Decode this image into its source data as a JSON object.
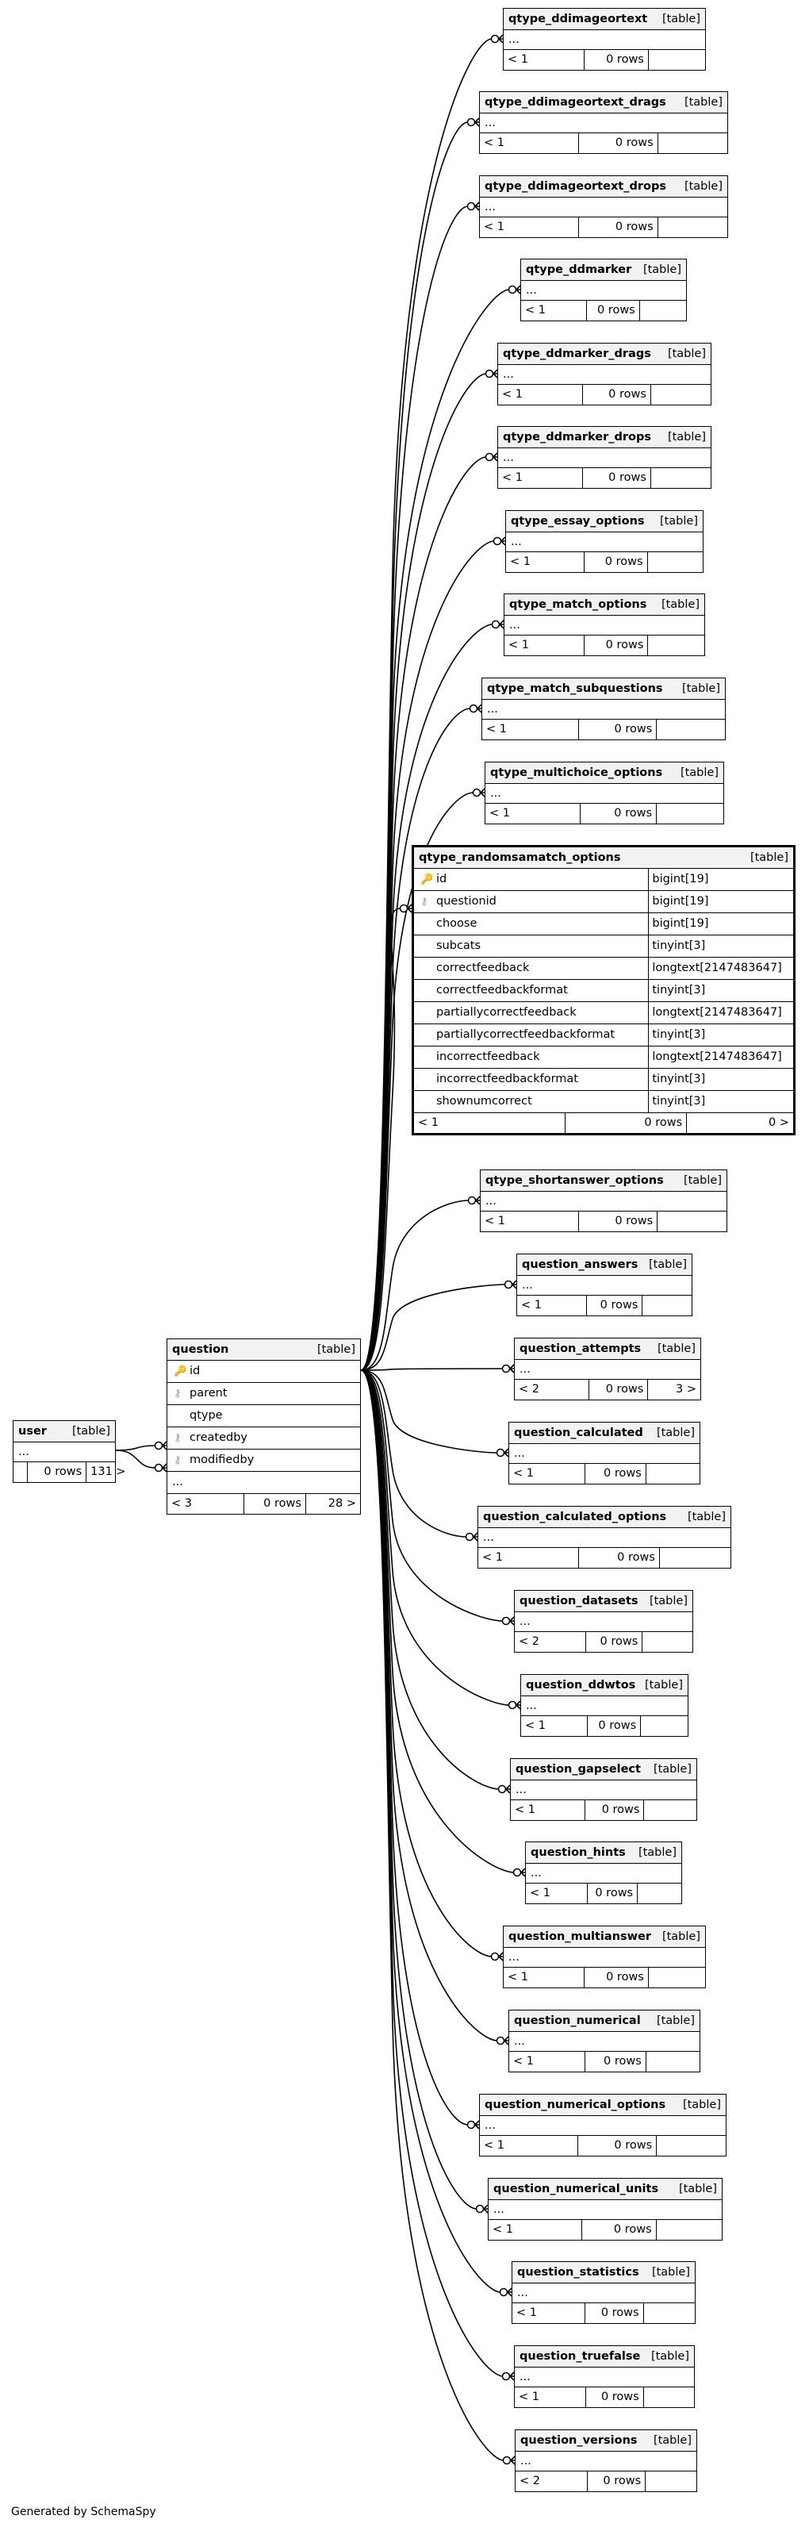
{
  "footer": "Generated by SchemaSpy",
  "type_label": "[table]",
  "ellipsis": "...",
  "user": {
    "name": "user",
    "rows": "0 rows",
    "children": "131 >",
    "parents": ""
  },
  "question": {
    "name": "question",
    "columns": [
      {
        "name": "id",
        "key": "pk"
      },
      {
        "name": "parent",
        "key": "fk"
      },
      {
        "name": "qtype",
        "key": ""
      },
      {
        "name": "createdby",
        "key": "fk"
      },
      {
        "name": "modifiedby",
        "key": "fk"
      }
    ],
    "parents": "< 3",
    "rows": "0 rows",
    "children": "28 >"
  },
  "focus": {
    "name": "qtype_randomsamatch_options",
    "columns": [
      {
        "name": "id",
        "type": "bigint[19]",
        "key": "pk"
      },
      {
        "name": "questionid",
        "type": "bigint[19]",
        "key": "fk"
      },
      {
        "name": "choose",
        "type": "bigint[19]",
        "key": ""
      },
      {
        "name": "subcats",
        "type": "tinyint[3]",
        "key": ""
      },
      {
        "name": "correctfeedback",
        "type": "longtext[2147483647]",
        "key": ""
      },
      {
        "name": "correctfeedbackformat",
        "type": "tinyint[3]",
        "key": ""
      },
      {
        "name": "partiallycorrectfeedback",
        "type": "longtext[2147483647]",
        "key": ""
      },
      {
        "name": "partiallycorrectfeedbackformat",
        "type": "tinyint[3]",
        "key": ""
      },
      {
        "name": "incorrectfeedback",
        "type": "longtext[2147483647]",
        "key": ""
      },
      {
        "name": "incorrectfeedbackformat",
        "type": "tinyint[3]",
        "key": ""
      },
      {
        "name": "shownumcorrect",
        "type": "tinyint[3]",
        "key": ""
      }
    ],
    "parents": "< 1",
    "rows": "0 rows",
    "children": "0 >"
  },
  "children": [
    {
      "name": "qtype_ddimageortext",
      "parents": "< 1",
      "rows": "0 rows",
      "children": ""
    },
    {
      "name": "qtype_ddimageortext_drags",
      "parents": "< 1",
      "rows": "0 rows",
      "children": ""
    },
    {
      "name": "qtype_ddimageortext_drops",
      "parents": "< 1",
      "rows": "0 rows",
      "children": ""
    },
    {
      "name": "qtype_ddmarker",
      "parents": "< 1",
      "rows": "0 rows",
      "children": ""
    },
    {
      "name": "qtype_ddmarker_drags",
      "parents": "< 1",
      "rows": "0 rows",
      "children": ""
    },
    {
      "name": "qtype_ddmarker_drops",
      "parents": "< 1",
      "rows": "0 rows",
      "children": ""
    },
    {
      "name": "qtype_essay_options",
      "parents": "< 1",
      "rows": "0 rows",
      "children": ""
    },
    {
      "name": "qtype_match_options",
      "parents": "< 1",
      "rows": "0 rows",
      "children": ""
    },
    {
      "name": "qtype_match_subquestions",
      "parents": "< 1",
      "rows": "0 rows",
      "children": ""
    },
    {
      "name": "qtype_multichoice_options",
      "parents": "< 1",
      "rows": "0 rows",
      "children": ""
    },
    {
      "name": "qtype_shortanswer_options",
      "parents": "< 1",
      "rows": "0 rows",
      "children": ""
    },
    {
      "name": "question_answers",
      "parents": "< 1",
      "rows": "0 rows",
      "children": ""
    },
    {
      "name": "question_attempts",
      "parents": "< 2",
      "rows": "0 rows",
      "children": "3 >"
    },
    {
      "name": "question_calculated",
      "parents": "< 1",
      "rows": "0 rows",
      "children": ""
    },
    {
      "name": "question_calculated_options",
      "parents": "< 1",
      "rows": "0 rows",
      "children": ""
    },
    {
      "name": "question_datasets",
      "parents": "< 2",
      "rows": "0 rows",
      "children": ""
    },
    {
      "name": "question_ddwtos",
      "parents": "< 1",
      "rows": "0 rows",
      "children": ""
    },
    {
      "name": "question_gapselect",
      "parents": "< 1",
      "rows": "0 rows",
      "children": ""
    },
    {
      "name": "question_hints",
      "parents": "< 1",
      "rows": "0 rows",
      "children": ""
    },
    {
      "name": "question_multianswer",
      "parents": "< 1",
      "rows": "0 rows",
      "children": ""
    },
    {
      "name": "question_numerical",
      "parents": "< 1",
      "rows": "0 rows",
      "children": ""
    },
    {
      "name": "question_numerical_options",
      "parents": "< 1",
      "rows": "0 rows",
      "children": ""
    },
    {
      "name": "question_numerical_units",
      "parents": "< 1",
      "rows": "0 rows",
      "children": ""
    },
    {
      "name": "question_statistics",
      "parents": "< 1",
      "rows": "0 rows",
      "children": ""
    },
    {
      "name": "question_truefalse",
      "parents": "< 1",
      "rows": "0 rows",
      "children": ""
    },
    {
      "name": "question_versions",
      "parents": "< 2",
      "rows": "0 rows",
      "children": ""
    }
  ]
}
